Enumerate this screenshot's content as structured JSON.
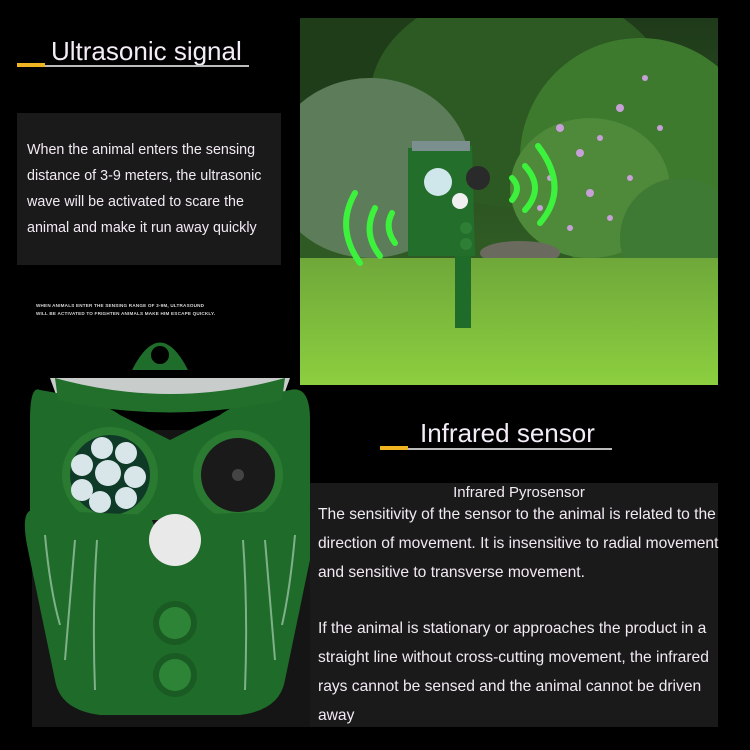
{
  "ultrasonic": {
    "title": "Ultrasonic signal",
    "description": "When the animal enters the sensing distance of 3-9 meters, the ultrasonic wave will be activated to scare the animal and make it run away quickly",
    "fine_print": "WHEN ANIMALS ENTER THE SENSING RANGE OF 3-9M, ULTRASOUND WILL BE ACTIVATED TO FRIGHTEN ANIMALS MAKE HIM ESCAPE QUICKLY."
  },
  "infrared": {
    "title": "Infrared sensor",
    "subtitle": "Infrared Pyrosensor",
    "paragraph1": "The sensitivity of the sensor to the animal is related to the direction of movement. It is insensitive to radial movement and sensitive to transverse movement.",
    "paragraph2": "If the animal is stationary or approaches the product in a straight line without cross-cutting movement, the infrared rays cannot be sensed and the animal cannot be driven away"
  },
  "images": {
    "garden_photo": "owl-repeller-in-garden-photo",
    "product_closeup": "owl-repeller-product-closeup"
  },
  "colors": {
    "accent": "#f0b322",
    "product_green": "#1f6b2a",
    "wave_green": "#4cff3a",
    "text_panel": "#1b1a1b"
  }
}
